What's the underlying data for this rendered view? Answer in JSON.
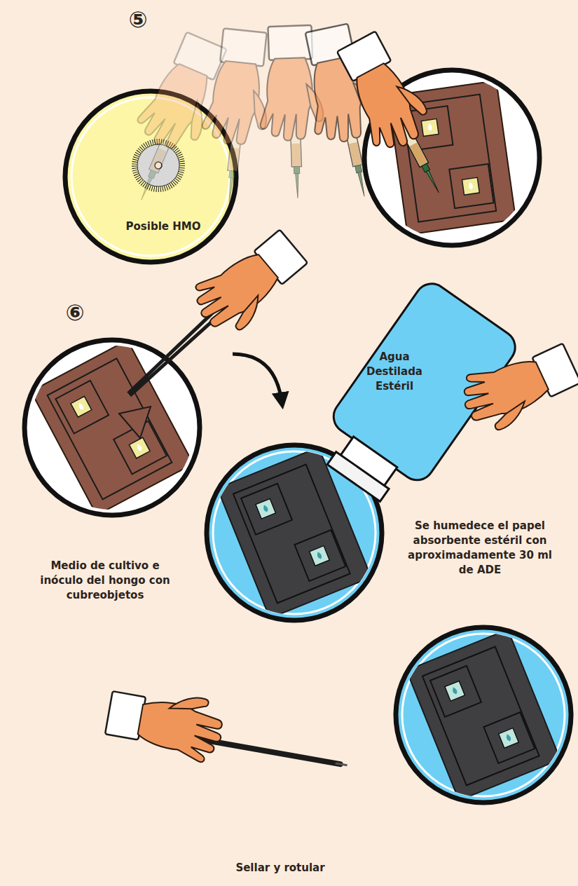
{
  "diagram": {
    "nodes": [
      {
        "text": [
          "Posible HMO"
        ]
      },
      {
        "text": [
          "Agua Destilada Estéril"
        ]
      }
    ],
    "labels": [
      "⑤",
      "⑥",
      "Medio de cultivo e inóculo del hongo con cubreobjetos",
      "Se humedece el papel absorbente estéril con aproximadamente 30 ml de ADE",
      "Sellar y rotular"
    ]
  }
}
